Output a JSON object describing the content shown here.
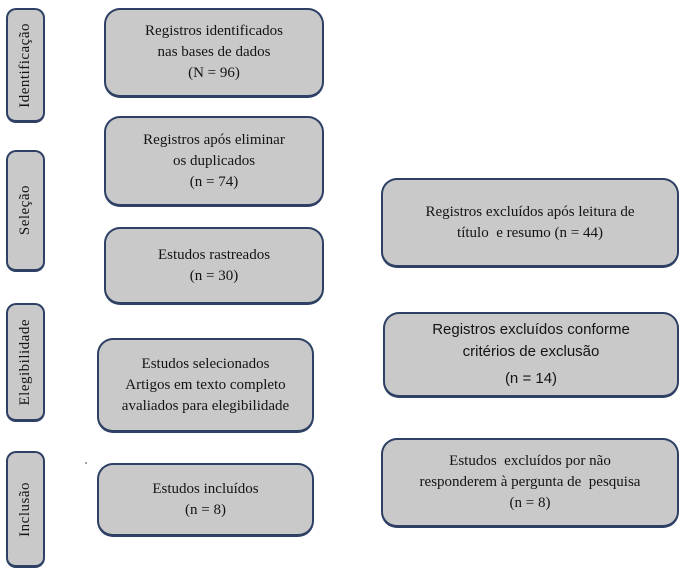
{
  "colors": {
    "box_fill": "#c9c9c9",
    "box_border": "#2e4165",
    "text": "#141414",
    "background": "#ffffff"
  },
  "stages": [
    {
      "label": "Identificação"
    },
    {
      "label": "Seleção"
    },
    {
      "label": "Elegibilidade"
    },
    {
      "label": "Inclusão"
    }
  ],
  "flow_boxes": [
    {
      "lines": [
        "Registros identificados",
        "nas bases de dados",
        "(N = 96)"
      ]
    },
    {
      "lines": [
        "Registros após eliminar",
        "os duplicados",
        "(n = 74)"
      ]
    },
    {
      "lines": [
        "Estudos rastreados",
        "(n = 30)"
      ]
    },
    {
      "lines": [
        "Estudos selecionados",
        "Artigos em texto completo",
        "avaliados para elegibilidade"
      ]
    },
    {
      "lines": [
        "Estudos incluídos",
        "(n = 8)"
      ]
    }
  ],
  "exclusion_boxes": [
    {
      "lines": [
        "Registros excluídos após leitura de",
        "título  e resumo (n = 44)"
      ]
    },
    {
      "lines": [
        "Registros excluídos conforme",
        "critérios de exclusão",
        "(n = 14)"
      ]
    },
    {
      "lines": [
        "Estudos  excluídos por não",
        "responderem à pergunta de  pesquisa",
        "(n = 8)"
      ]
    }
  ]
}
